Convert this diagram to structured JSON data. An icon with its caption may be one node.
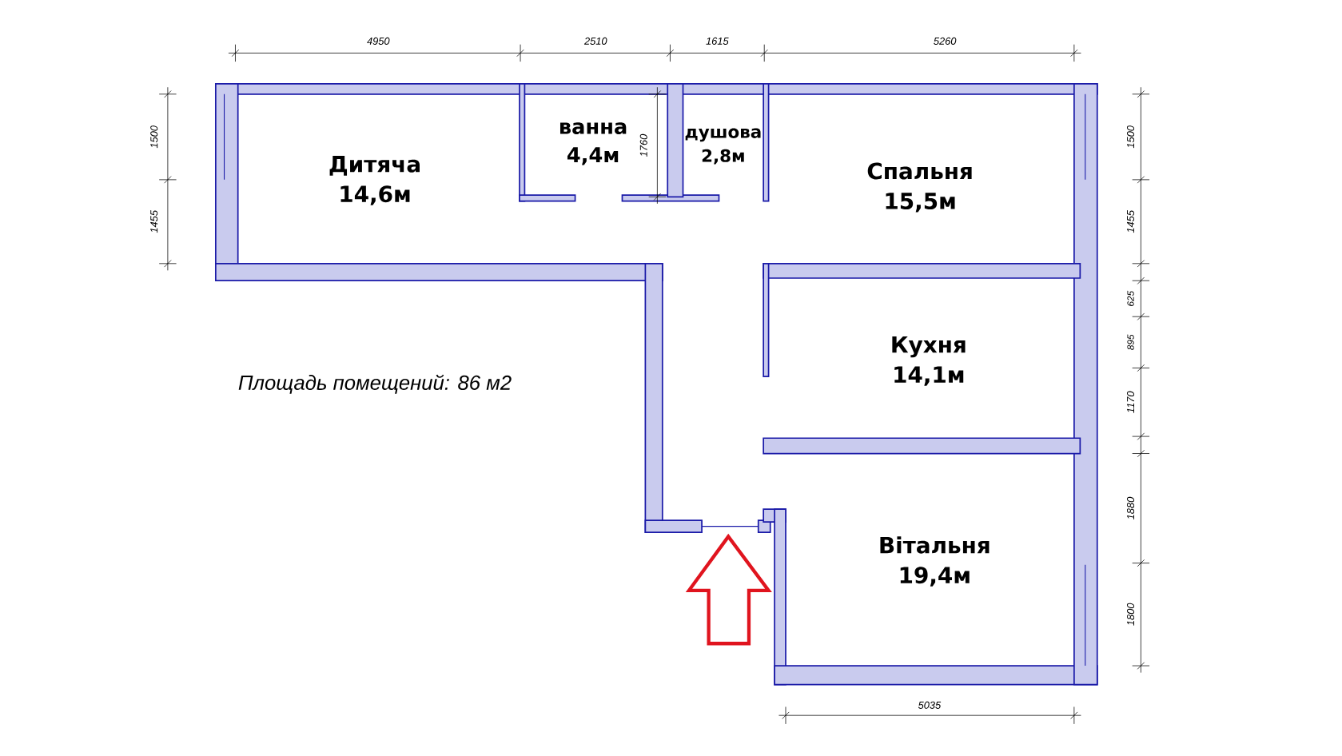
{
  "diagram": {
    "nodes": [
      {
        "text": [
          "Дитяча",
          "14,6м"
        ]
      },
      {
        "text": [
          "ванна",
          "4,4м"
        ]
      },
      {
        "text": [
          "душова",
          "2,8м"
        ]
      },
      {
        "text": [
          "Спальня",
          "15,5м"
        ]
      },
      {
        "text": [
          "Кухня",
          "14,1м"
        ]
      },
      {
        "text": [
          "Вітальня",
          "19,4м"
        ]
      }
    ],
    "edges": [],
    "labels": [
      "4950",
      "2510",
      "1615",
      "5260",
      "1500",
      "1455",
      "1760",
      "1500",
      "1455",
      "625",
      "895",
      "1170",
      "Площадь помещений: 86 м2",
      "1880",
      "1800",
      "5035"
    ]
  }
}
